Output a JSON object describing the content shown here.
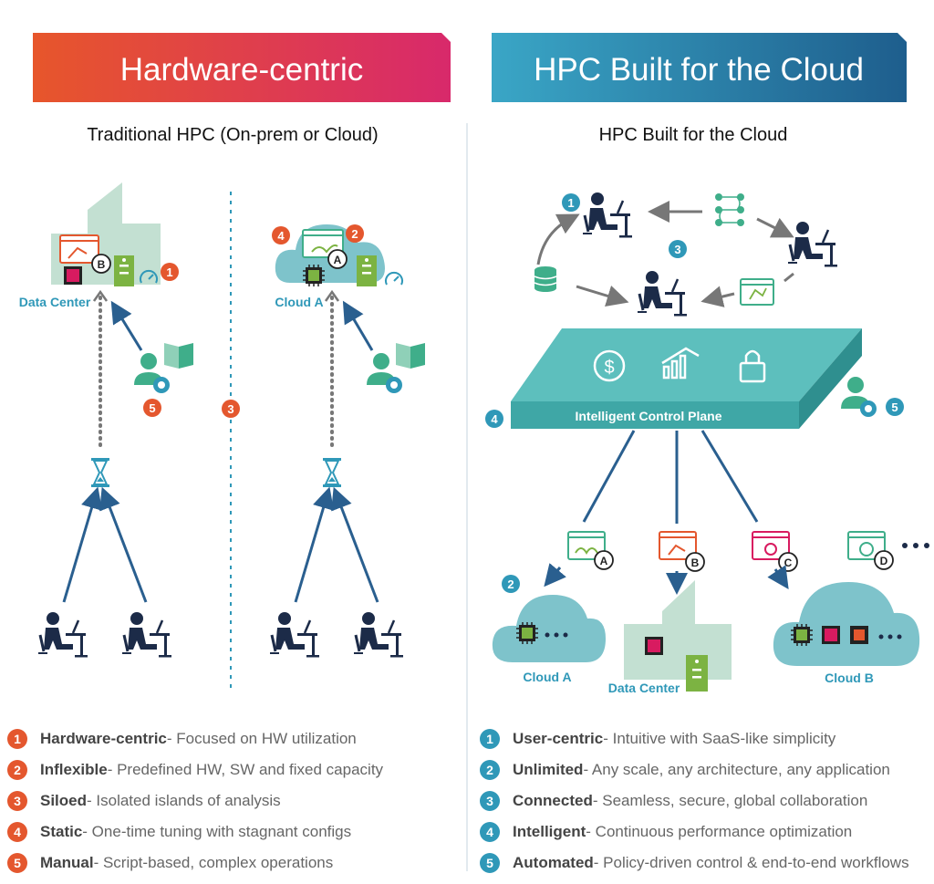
{
  "colors": {
    "red_badge": "#e4572e",
    "blue_badge": "#2f98b8",
    "navy": "#1c2b48",
    "arrow_blue": "#2a5f8f",
    "teal_plane": "#5dbfbd",
    "cloud": "#7ec3cb",
    "green": "#7cb342",
    "building": "#c3e0d2",
    "chip_pink": "#d81b60"
  },
  "left": {
    "banner": "Hardware-centric",
    "subtitle": "Traditional HPC (On-prem or Cloud)",
    "datacenter_label": "Data Center",
    "cloud_label": "Cloud A",
    "legend": [
      {
        "num": "1",
        "term": "Hardware-centric",
        "desc": " - Focused on HW utilization"
      },
      {
        "num": "2",
        "term": "Inflexible",
        "desc": " - Predefined HW, SW and fixed capacity"
      },
      {
        "num": "3",
        "term": "Siloed",
        "desc": " - Isolated islands of analysis"
      },
      {
        "num": "4",
        "term": "Static",
        "desc": " - One-time tuning with stagnant configs"
      },
      {
        "num": "5",
        "term": "Manual",
        "desc": " - Script-based, complex operations"
      }
    ]
  },
  "right": {
    "banner": "HPC Built for the Cloud",
    "subtitle": "HPC Built for the Cloud",
    "control_plane": "Intelligent Control Plane",
    "cloud_a": "Cloud A",
    "data_center": "Data Center",
    "cloud_b": "Cloud B",
    "legend": [
      {
        "num": "1",
        "term": "User-centric",
        "desc": " - Intuitive with SaaS-like simplicity"
      },
      {
        "num": "2",
        "term": "Unlimited",
        "desc": " - Any scale, any architecture, any application"
      },
      {
        "num": "3",
        "term": "Connected",
        "desc": " - Seamless, secure, global collaboration"
      },
      {
        "num": "4",
        "term": "Intelligent",
        "desc": " - Continuous performance optimization"
      },
      {
        "num": "5",
        "term": "Automated",
        "desc": " - Policy-driven control & end-to-end workflows"
      }
    ]
  },
  "badges": {
    "n1": "1",
    "n2": "2",
    "n3": "3",
    "n4": "4",
    "n5": "5",
    "a": "A",
    "b": "B",
    "c": "C",
    "d": "D"
  }
}
